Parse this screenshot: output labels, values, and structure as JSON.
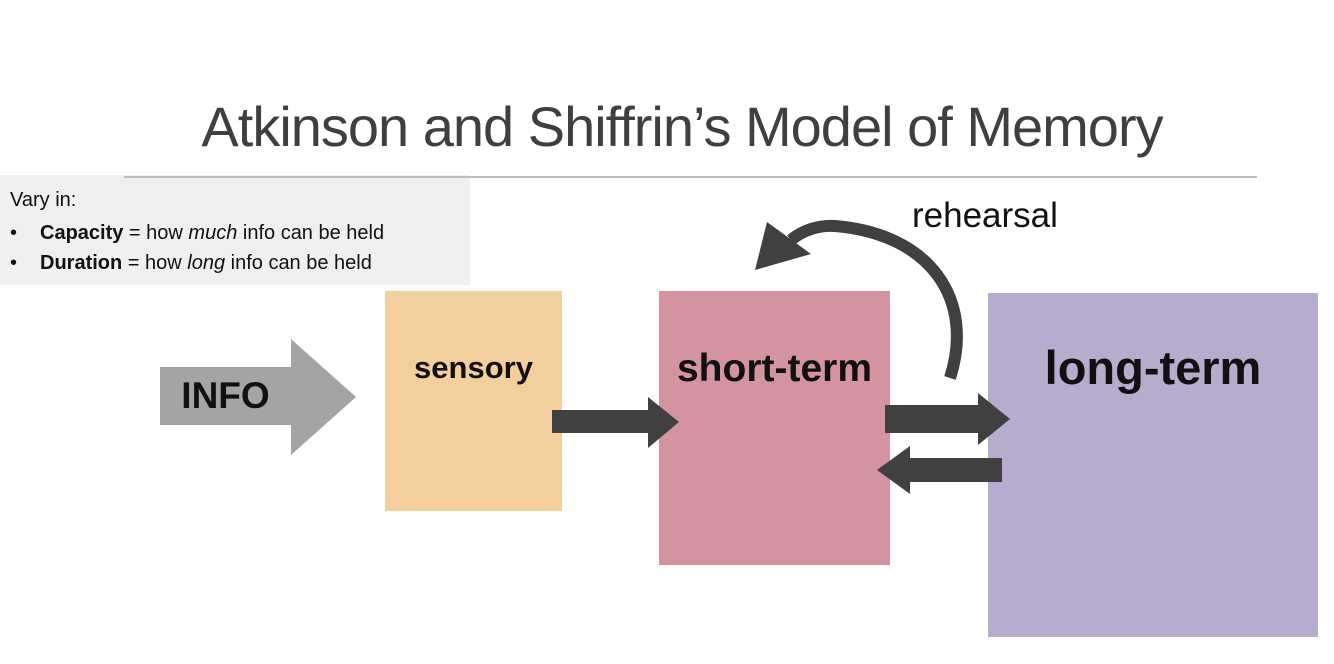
{
  "slide": {
    "title": "Atkinson and Shiffrin’s Model of Memory"
  },
  "info_box": {
    "heading": "Vary in:",
    "bullet_char": "•",
    "bullets": [
      {
        "term": "Capacity",
        "mid": " = how ",
        "emph": "much",
        "rest": " info can be held"
      },
      {
        "term": "Duration",
        "mid": " = how ",
        "emph": "long",
        "rest": " info can be held"
      }
    ]
  },
  "diagram": {
    "info_arrow_label": "INFO",
    "rehearsal_label": "rehearsal",
    "boxes": [
      {
        "id": "sensory",
        "label": "sensory"
      },
      {
        "id": "short-term",
        "label": "short-term"
      },
      {
        "id": "long-term",
        "label": "long-term"
      }
    ]
  },
  "colors": {
    "background": "#ffffff",
    "title_text": "#3f3f3f",
    "divider": "#bdbdbd",
    "info_box_bg": "#efefef",
    "body_text": "#111111",
    "info_arrow_fill": "#a4a4a4",
    "dark_arrow": "#404040",
    "sensory_fill": "#f4cf9e",
    "short_term_fill": "#d3949f",
    "long_term_fill": "#b7accd"
  }
}
